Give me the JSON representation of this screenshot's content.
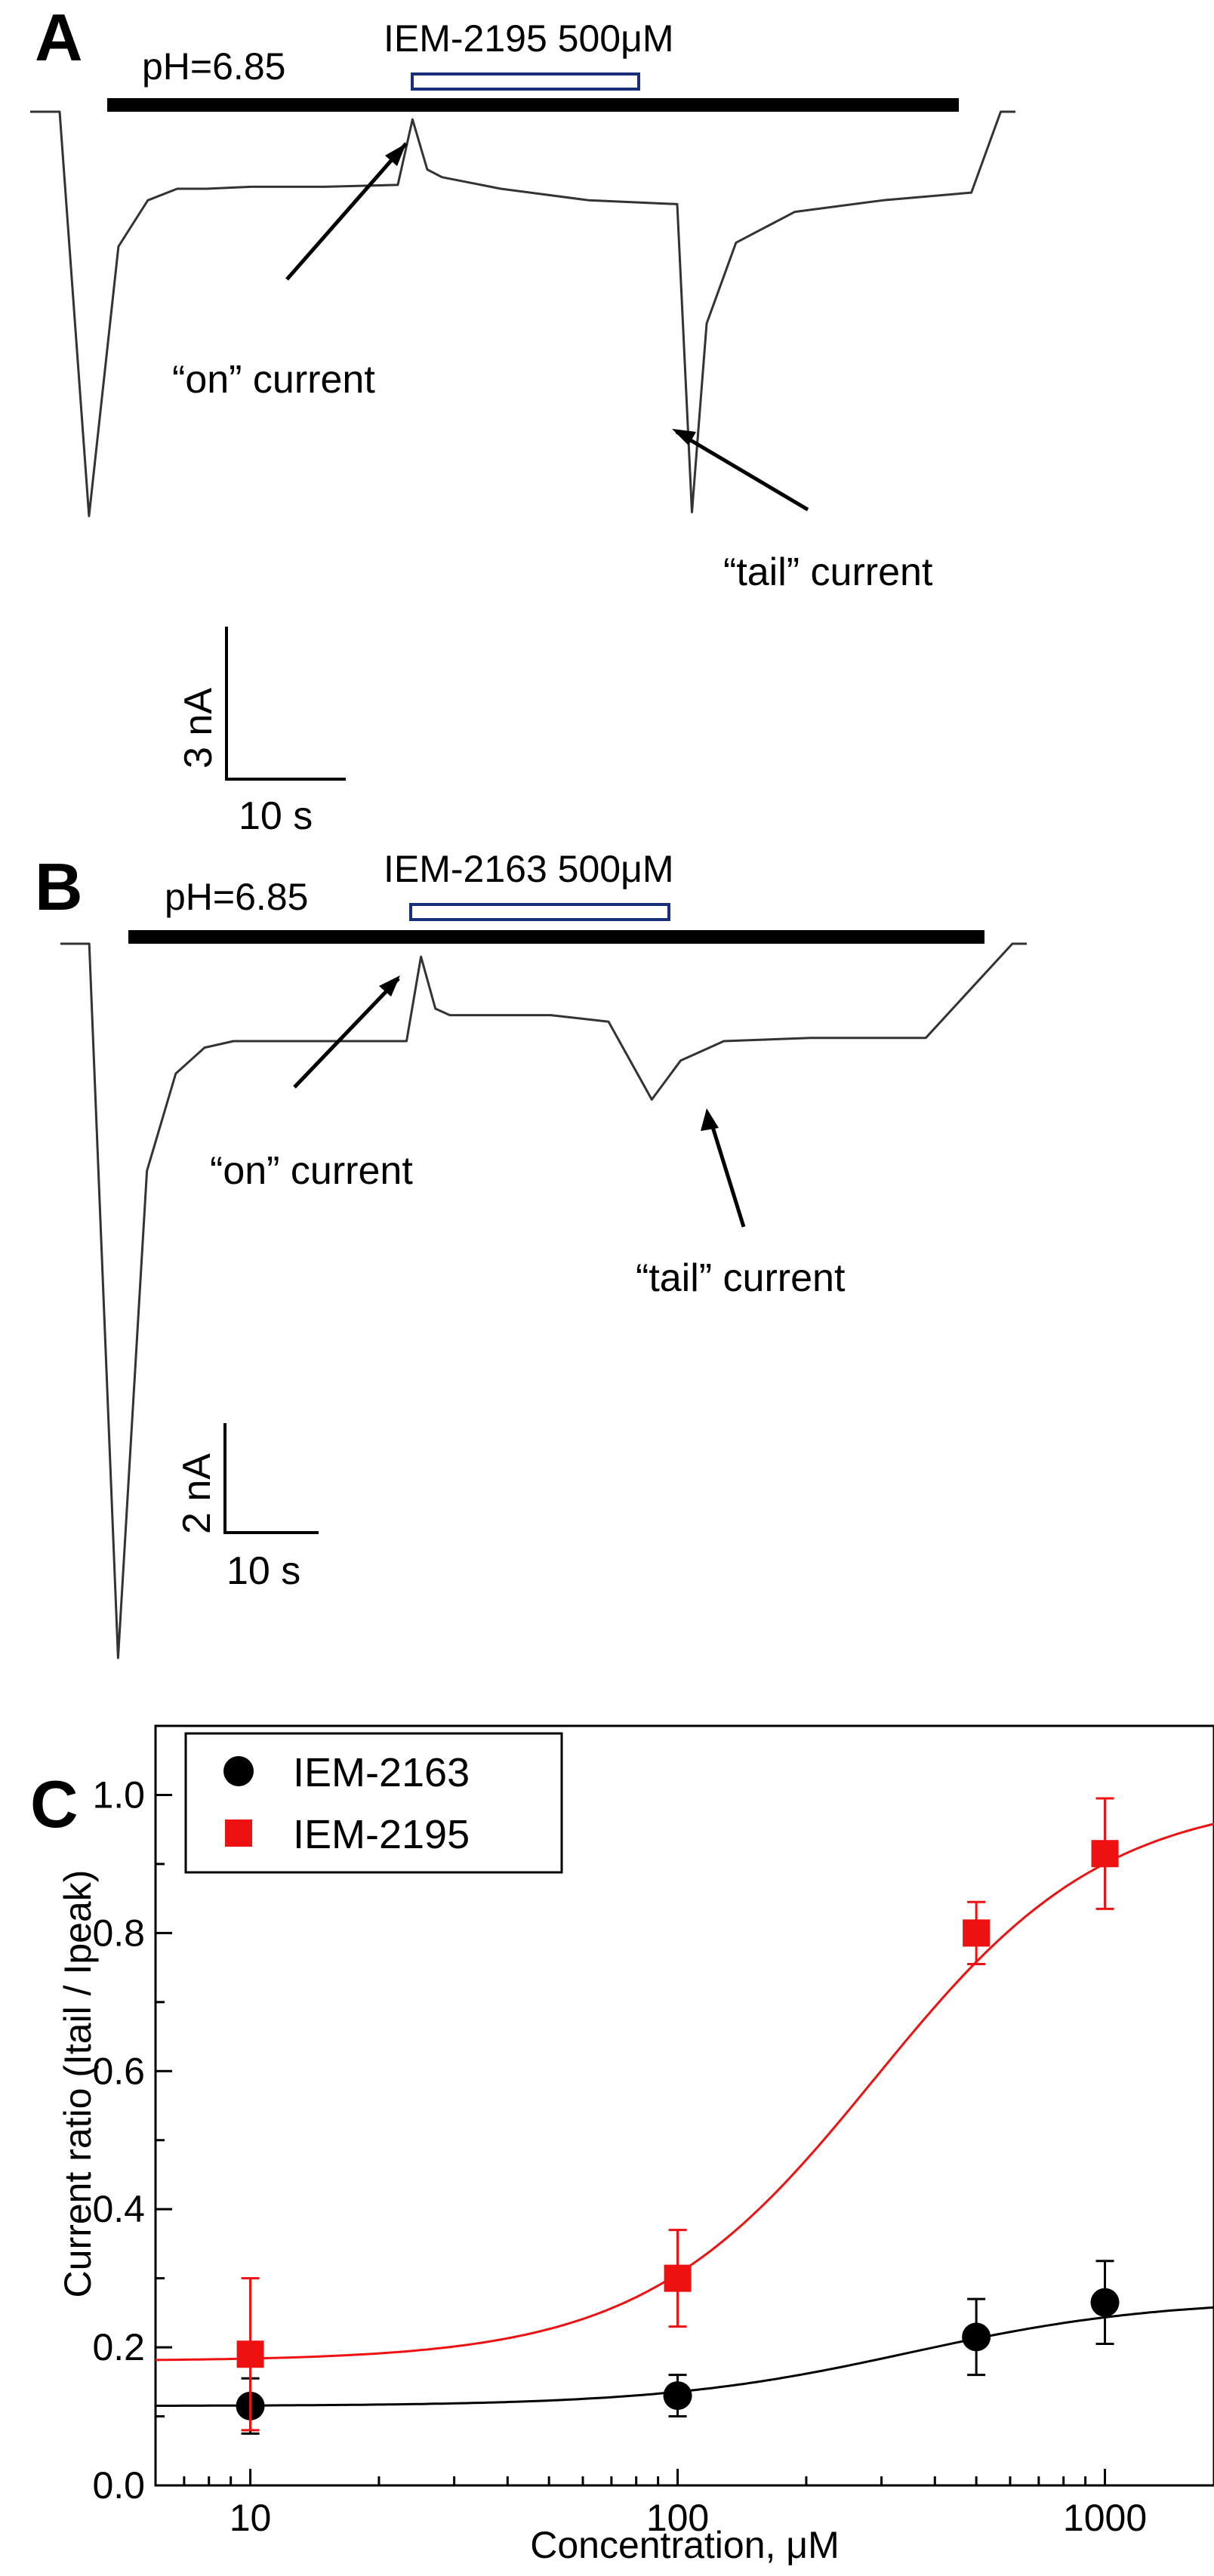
{
  "panels": {
    "a": {
      "letter": "A",
      "ph_label": "pH=6.85",
      "drug_label": "IEM-2195 500μM",
      "on_label": "“on” current",
      "tail_label": "“tail” current",
      "scale_y": "3 nA",
      "scale_x": "10 s"
    },
    "b": {
      "letter": "B",
      "ph_label": "pH=6.85",
      "drug_label": "IEM-2163 500μM",
      "on_label": "“on” current",
      "tail_label": "“tail” current",
      "scale_y": "2 nA",
      "scale_x": "10 s"
    },
    "c": {
      "letter": "C"
    }
  },
  "colors": {
    "black_series": "#000000",
    "red_series": "#ee1111",
    "drug_bar": "#1a2e7a",
    "trace": "#333333"
  },
  "chart_data": [
    {
      "type": "line",
      "panel": "A",
      "xlabel": "",
      "ylabel": "",
      "series": [
        {
          "x": [
            0,
            2,
            4,
            6,
            8,
            10,
            12,
            15,
            20,
            25,
            26,
            27,
            28,
            32,
            38,
            44,
            45,
            46,
            48,
            52,
            58,
            64,
            66,
            67
          ],
          "y": [
            0,
            0,
            -10.5,
            -3.5,
            -2.3,
            -2.0,
            -2.0,
            -1.95,
            -1.95,
            -1.9,
            -0.2,
            -1.5,
            -1.7,
            -2.0,
            -2.3,
            -2.4,
            -10.4,
            -5.5,
            -3.4,
            -2.6,
            -2.3,
            -2.1,
            0,
            0
          ]
        }
      ]
    },
    {
      "type": "line",
      "panel": "B",
      "xlabel": "",
      "ylabel": "",
      "series": [
        {
          "x": [
            0,
            2,
            4,
            6,
            8,
            10,
            12,
            15,
            20,
            24,
            25,
            26,
            27,
            30,
            34,
            38,
            39,
            41,
            43,
            46,
            52,
            60,
            66,
            67
          ],
          "y": [
            0,
            0,
            -11.0,
            -3.5,
            -2.0,
            -1.6,
            -1.5,
            -1.5,
            -1.5,
            -1.5,
            -0.2,
            -1.0,
            -1.1,
            -1.1,
            -1.1,
            -1.2,
            -1.6,
            -2.4,
            -1.8,
            -1.5,
            -1.45,
            -1.45,
            0,
            0
          ]
        }
      ]
    },
    {
      "type": "scatter",
      "panel": "C",
      "xlabel": "Concentration, μM",
      "ylabel": "Current ratio (Itail / Ipeak)",
      "xscale": "log",
      "xlim": [
        6,
        1800
      ],
      "ylim": [
        0,
        1.1
      ],
      "xticks": [
        "10",
        "100",
        "1000"
      ],
      "yticks": [
        "0.0",
        "0.2",
        "0.4",
        "0.6",
        "0.8",
        "1.0"
      ],
      "legend_position": "top-left",
      "series": [
        {
          "name": "IEM-2163",
          "marker": "circle",
          "color": "#000000",
          "x": [
            10,
            100,
            500,
            1000
          ],
          "y": [
            0.115,
            0.13,
            0.215,
            0.265
          ],
          "err": [
            0.04,
            0.03,
            0.055,
            0.06
          ],
          "fit": {
            "bottom": 0.115,
            "top": 0.27,
            "ec50": 350,
            "hill": 1.5
          }
        },
        {
          "name": "IEM-2195",
          "marker": "square",
          "color": "#ee1111",
          "x": [
            10,
            100,
            500,
            1000
          ],
          "y": [
            0.19,
            0.3,
            0.8,
            0.915
          ],
          "err": [
            0.11,
            0.07,
            0.045,
            0.08
          ],
          "fit": {
            "bottom": 0.18,
            "top": 1.0,
            "ec50": 290,
            "hill": 1.6
          }
        }
      ]
    }
  ]
}
